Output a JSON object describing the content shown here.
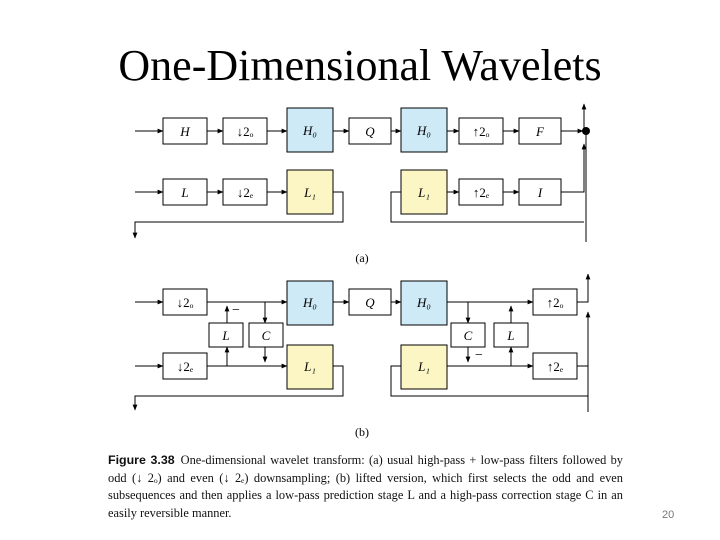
{
  "slide": {
    "title": "One-Dimensional Wavelets",
    "page_number": "20"
  },
  "colors": {
    "high_block": "#cdeaf6",
    "low_block": "#fbf6c4",
    "line": "#000000"
  },
  "diagram_a": {
    "label": "(a)",
    "top_row": [
      "H",
      "↓2ₒ",
      "H₀",
      "Q",
      "H₀",
      "↑2ₒ",
      "F"
    ],
    "bottom_row": [
      "L",
      "↓2ₑ",
      "L₁",
      "L₁",
      "↑2ₑ",
      "I"
    ]
  },
  "diagram_b": {
    "label": "(b)",
    "top_row": [
      "↓2ₒ",
      "H₀",
      "Q",
      "H₀",
      "↑2ₒ"
    ],
    "middle_row": [
      "L",
      "C",
      "C",
      "L"
    ],
    "bottom_row": [
      "↓2ₑ",
      "L₁",
      "L₁",
      "↑2ₑ"
    ],
    "minus_signs": [
      "−",
      "−"
    ]
  },
  "caption": {
    "figure_label": "Figure 3.38",
    "text": "One-dimensional wavelet transform: (a) usual high-pass + low-pass filters followed by odd (↓ 2ₒ) and even (↓ 2ₑ) downsampling; (b) lifted version, which first selects the odd and even subsequences and then applies a low-pass prediction stage L and a high-pass correction stage C in an easily reversible manner."
  }
}
